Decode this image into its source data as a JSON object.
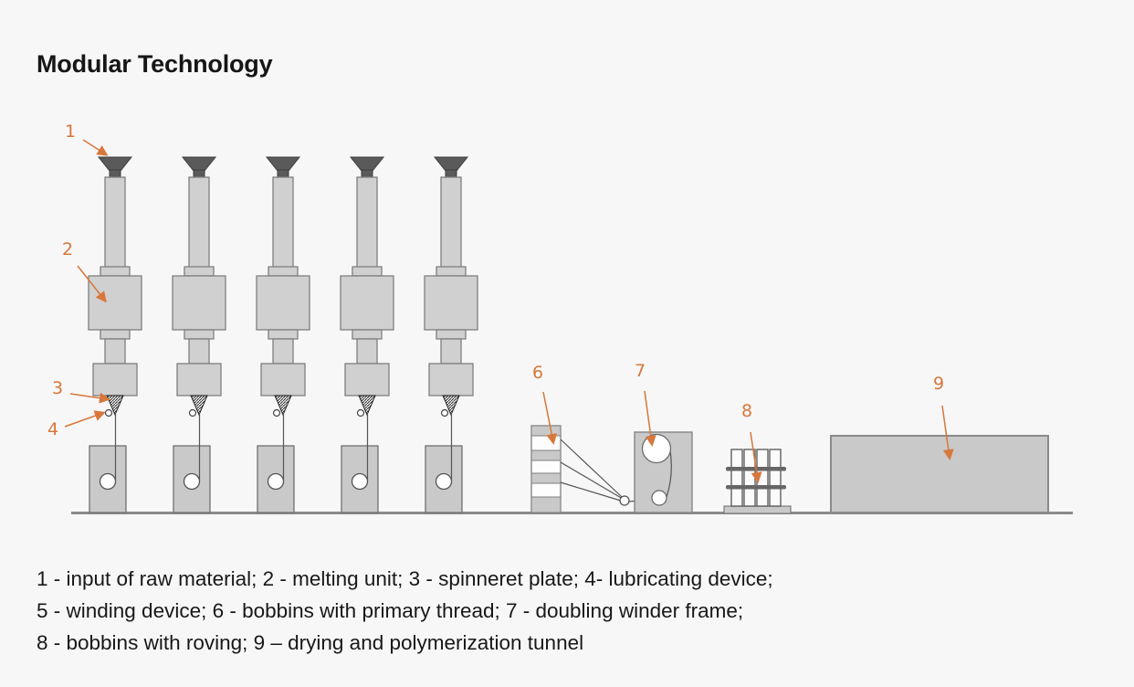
{
  "page": {
    "title": "Modular Technology"
  },
  "colors": {
    "background": "#f7f7f7",
    "accent_orange": "#D8773B",
    "machine_fill": "#d0d0d0",
    "machine_border": "#7f7f7f",
    "funnel_dark": "#5a5a5a",
    "ground_line": "#8a8a8a",
    "caption_text": "#181818"
  },
  "diagram": {
    "machine_count": 5,
    "callouts": [
      {
        "number": "1",
        "points_to": "input of raw material"
      },
      {
        "number": "2",
        "points_to": "melting unit"
      },
      {
        "number": "3",
        "points_to": "spinneret plate"
      },
      {
        "number": "4",
        "points_to": "lubricating device"
      },
      {
        "number": "6",
        "points_to": "bobbins with primary thread"
      },
      {
        "number": "7",
        "points_to": "doubling winder frame"
      },
      {
        "number": "8",
        "points_to": "bobbins with roving"
      },
      {
        "number": "9",
        "points_to": "drying and polymerization tunnel"
      }
    ]
  },
  "caption": {
    "line1": "1 - input of raw material; 2 - melting unit; 3 - spinneret plate; 4- lubricating device;",
    "line2": "5 - winding device; 6 - bobbins with primary thread; 7 - doubling winder frame;",
    "line3": "8 - bobbins with roving; 9 – drying and polymerization tunnel"
  }
}
